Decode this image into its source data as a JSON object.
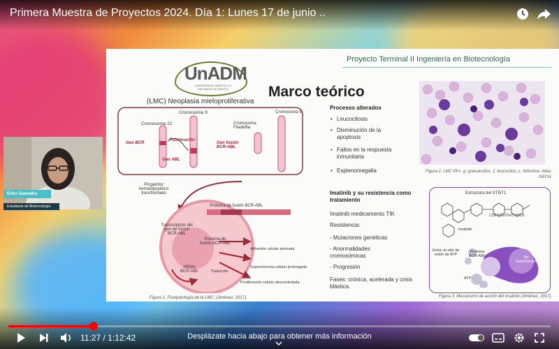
{
  "video": {
    "title": "Primera Muestra de Proyectos 2024. Día 1: Lunes 17 de junio ..",
    "current_time": "11:27",
    "total_time": "1:12:42",
    "progress": 0.157,
    "scroll_hint": "Desplázate hacia abajo para obtener más información"
  },
  "slide": {
    "logo_text": "UnADM",
    "logo_subtext": "UNIVERSIDAD ABIERTA Y A DISTANCIA DE MÉXICO",
    "header": "Proyecto Terminal II  Ingeniería en Biotecnología",
    "title": "Marco teórico",
    "lmc_label": "(LMC) Neoplasia mieloproliferativa",
    "procesos_title": "Procesos alterados",
    "procesos": [
      "Leucocitosis",
      "Disminución de la apoptosis",
      "Fallos en la respuesta inmunitaria",
      "Esplenomegalia"
    ],
    "imatinib_title": "Imatinib y su resistencia como tratamiento",
    "imatinib_lines": [
      "Imatinib medicamento TIK",
      "Resistencia:",
      "- Mutaciones genéticas",
      "- Anormalidades cromosómicas",
      "- Progresión",
      "Fases: crónica, acelerada y crisis blástica."
    ],
    "fig1_caption": "Figura 1. Fisiopatología de la LMC. (Jiménez, 2017).",
    "fig2_caption": "Figura 2. LMC Ph+, g: granulocitos, 1: leucocitos, L: linfocitos. Atlas: GECH.",
    "fig3_caption": "Figura 3. Mecanismo de acción del Imatinib (Jiménez, 2017).",
    "fig1": {
      "cromosoma9_top": "Cromosoma 9",
      "cromosoma22": "Cromosoma 22",
      "cromosoma_filadelfia": "Cromosoma Filadelfia",
      "cromosoma9_right": "Cromosoma 9",
      "gen_bcr": "Gen BCR",
      "translocacion": "Traslocación",
      "gen_abl": "Gen ABL",
      "gen_fusion": "Gen fusión BCR-ABL",
      "progenitor": "Progenitor hematopoyético transformado",
      "proteina_fusion_title": "Proteína de fusión BCR-ABL",
      "transcripcion": "Transcripción del gen de fusión BCR-ABL",
      "proteina_fusion_cell": "Proteína de fusión BCR-ABL",
      "arnm": "ARNm BCR-ABL",
      "traduccion": "Traducción",
      "adhesion": "Adhesión celular anómala",
      "supervivencia": "Supervivencia celular prolongada",
      "proliferacion": "Proliferación celular descontrolada"
    },
    "fig3": {
      "estructura": "Estructura del STI571",
      "formula": "C29H31N7O•CH3SO3",
      "imatinib": "Imatinib",
      "union": "Unión al sitio de unión de ATP",
      "proteina": "Proteína BCR-ABL",
      "sustrato": "Sustrato",
      "no_fosforilacion": "No fosforilación",
      "atp": "ATP"
    }
  },
  "presenter": {
    "name": "Eriko Saavedra",
    "role": "Estudiante de Biotecnología"
  },
  "icons": {
    "clock": "clock-icon",
    "share": "share-icon",
    "play": "play-icon",
    "next": "next-icon",
    "volume": "volume-icon",
    "subtitles": "subtitles-icon",
    "settings": "settings-icon",
    "fullscreen": "fullscreen-icon"
  },
  "colors": {
    "progress": "#ff0000",
    "slide_header": "#2f6a52",
    "fig_red": "#b01c2a"
  }
}
